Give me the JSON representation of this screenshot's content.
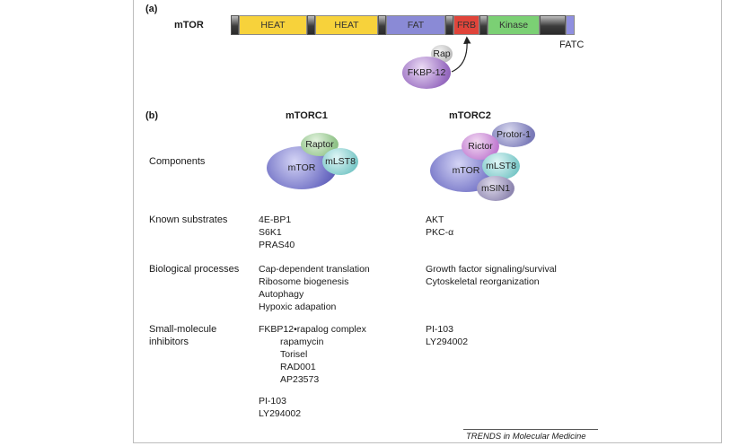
{
  "panel_a": {
    "label": "(a)",
    "protein": "mTOR",
    "domains": [
      "HEAT",
      "HEAT",
      "FAT",
      "FRB",
      "Kinase"
    ],
    "fatc": "FATC",
    "rap": "Rap",
    "fkbp": "FKBP-12",
    "colors": {
      "heat": "#f7d23b",
      "fat": "#8a8ad6",
      "frb": "#e0443a",
      "kinase": "#7bd074",
      "fatc": "#8f8fe0"
    }
  },
  "panel_b": {
    "label": "(b)",
    "col1_header": "mTORC1",
    "col2_header": "mTORC2",
    "rows": {
      "components": "Components",
      "substrates": "Known substrates",
      "processes": "Biological processes",
      "inhibitors_line1": "Small-molecule",
      "inhibitors_line2": "inhibitors"
    },
    "mtorc1": {
      "components": {
        "raptor": "Raptor",
        "mtor": "mTOR",
        "mlst8": "mLST8"
      },
      "substrates": [
        "4E-BP1",
        "S6K1",
        "PRAS40"
      ],
      "processes": [
        "Cap-dependent translation",
        "Ribosome biogenesis",
        "Autophagy",
        "Hypoxic adapation"
      ],
      "inhibitors_head": "FKBP12•rapalog complex",
      "inhibitors_sub": [
        "rapamycin",
        "Torisel",
        "RAD001",
        "AP23573"
      ],
      "inhibitors_other": [
        "PI-103",
        "LY294002"
      ]
    },
    "mtorc2": {
      "components": {
        "rictor": "Rictor",
        "protor": "Protor-1",
        "mtor": "mTOR",
        "mlst8": "mLST8",
        "msin1": "mSIN1"
      },
      "substrates": [
        "AKT",
        "PKC-α"
      ],
      "processes": [
        "Growth factor signaling/survival",
        "Cytoskeletal reorganization"
      ],
      "inhibitors": [
        "PI-103",
        "LY294002"
      ]
    }
  },
  "footer": "TRENDS in Molecular Medicine"
}
